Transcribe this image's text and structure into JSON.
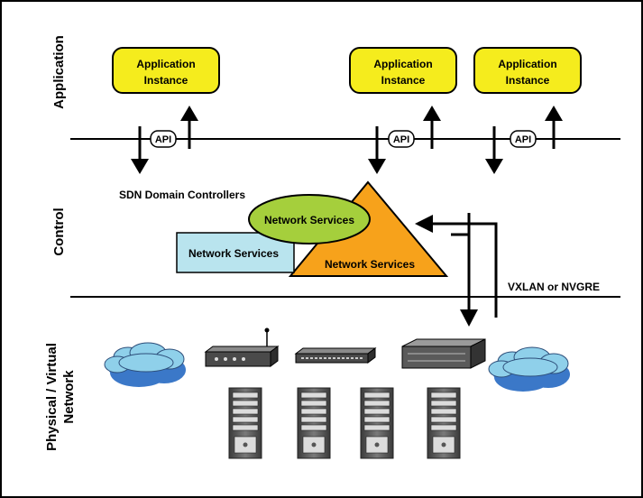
{
  "tiers": {
    "application": "Application",
    "control": "Control",
    "network_line1": "Physical / Virtual",
    "network_line2": "Network"
  },
  "app_instances": [
    {
      "line1": "Application",
      "line2": "Instance"
    },
    {
      "line1": "Application",
      "line2": "Instance"
    },
    {
      "line1": "Application",
      "line2": "Instance"
    }
  ],
  "api_labels": [
    "API",
    "API",
    "API"
  ],
  "controllers_label": "SDN Domain Controllers",
  "network_services": [
    "Network Services",
    "Network Services",
    "Network Services"
  ],
  "overlay_label": "VXLAN or NVGRE",
  "colors": {
    "app_box": "#f5ec1d",
    "ellipse": "#a5cf3c",
    "rect_box": "#b9e4ee",
    "triangle": "#f7a21b",
    "cloud": "#8fd0ea",
    "cloud_shadow": "#3b78c8"
  },
  "icons": [
    "cloud-icon",
    "router-icon",
    "switch-icon",
    "firewall-icon",
    "server-icon"
  ]
}
